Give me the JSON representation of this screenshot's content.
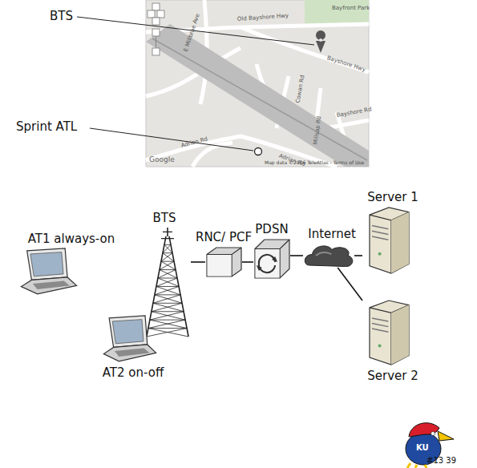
{
  "diagram": {
    "nodes": [
      {
        "text": [
          "AT1 always-on"
        ]
      },
      {
        "text": [
          "BTS"
        ]
      },
      {
        "text": [
          "RNC/ PCF"
        ]
      },
      {
        "text": [
          "PDSN"
        ]
      },
      {
        "text": [
          "Internet"
        ]
      },
      {
        "text": [
          "Server 1"
        ]
      },
      {
        "text": [
          "Server 2"
        ]
      },
      {
        "text": [
          "AT2 on-off"
        ]
      }
    ],
    "edges": [
      {
        "from": 1,
        "to": 2,
        "arrow": "none"
      },
      {
        "from": 2,
        "to": 3,
        "arrow": "none"
      },
      {
        "from": 3,
        "to": 4,
        "arrow": "none"
      },
      {
        "from": 4,
        "to": 5,
        "arrow": "none"
      },
      {
        "from": 4,
        "to": 6,
        "arrow": "none"
      }
    ],
    "labels": [
      "BTS",
      "Sprint ATL",
      "Bayfront Park",
      "Old Bayshore Hwy",
      "E Millbrae Ave",
      "Bayshore Hwy",
      "Bayshore Rd",
      "Cowan Rd",
      "Adrian Rd",
      "Adrian Rd",
      "Millsap Rd",
      "Google",
      "Map data ©2006 TeleAtlas - Terms of Use",
      "KU",
      "#13 39"
    ]
  }
}
